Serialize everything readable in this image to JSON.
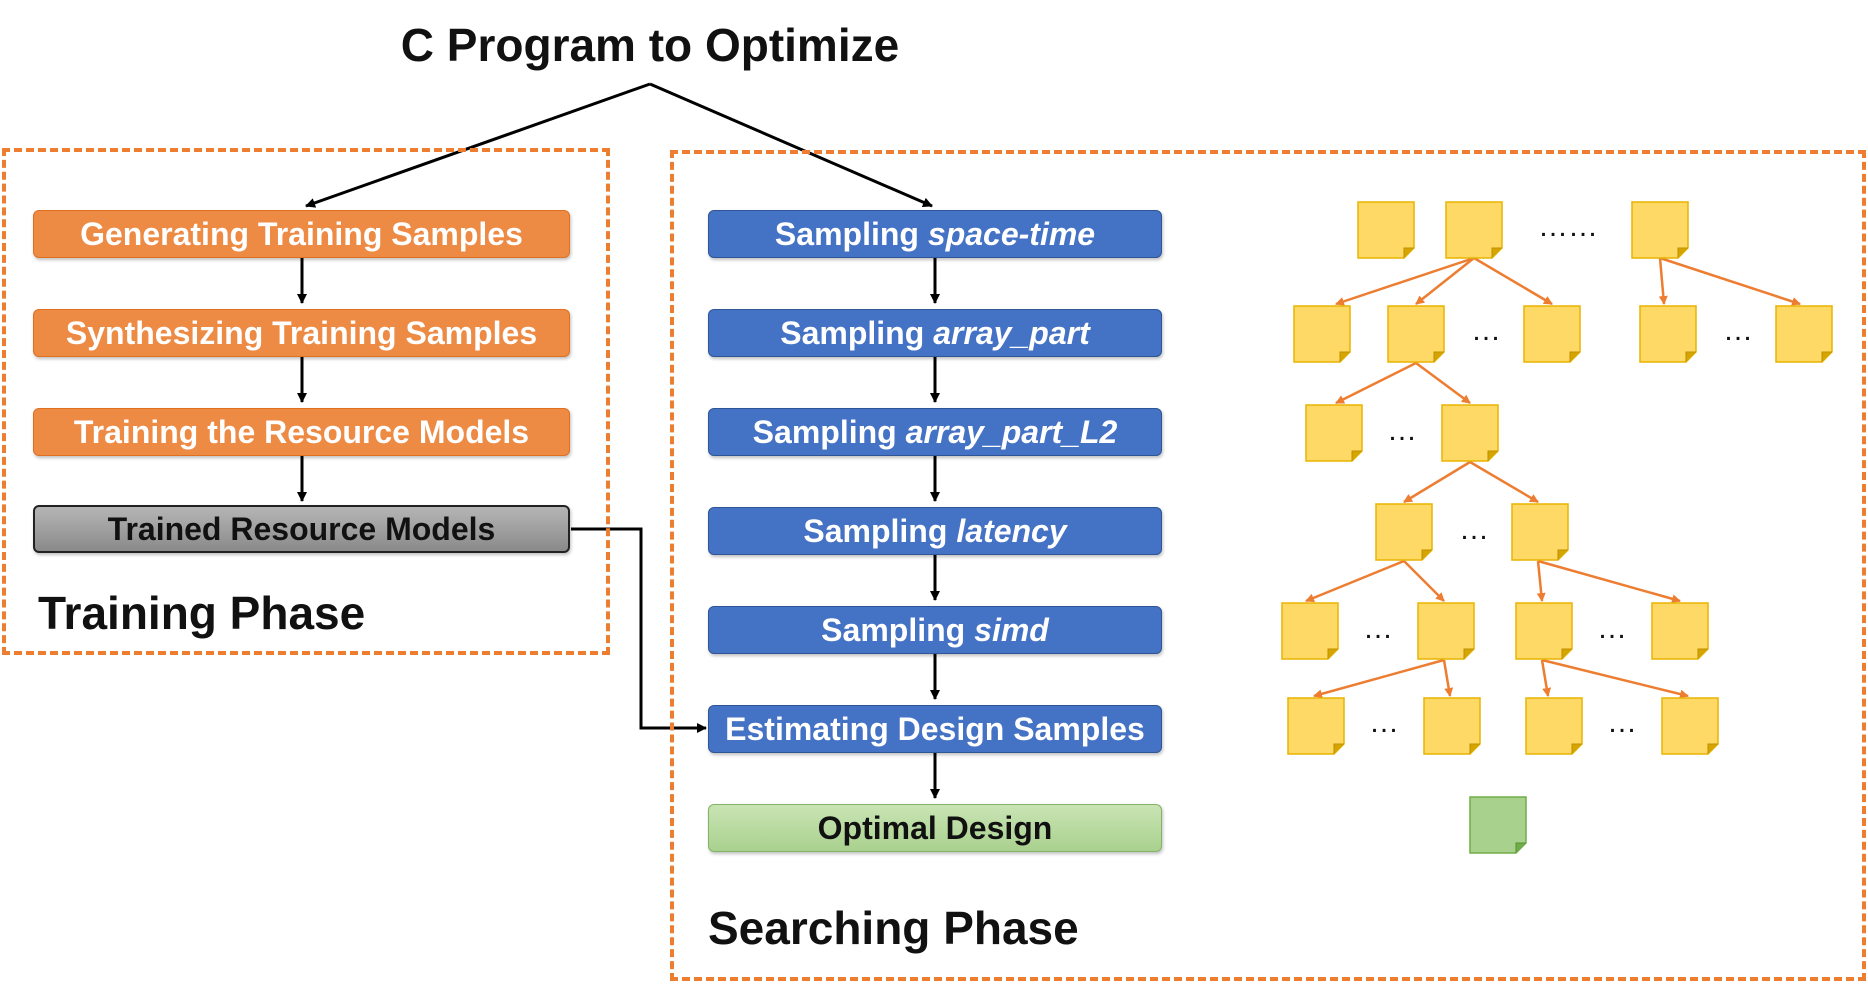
{
  "title": "C Program to Optimize",
  "training": {
    "label": "Training Phase",
    "steps": [
      "Generating Training Samples",
      "Synthesizing Training Samples",
      "Training the Resource Models"
    ],
    "result": "Trained Resource Models"
  },
  "searching": {
    "label": "Searching Phase",
    "steps": [
      {
        "prefix": "Sampling",
        "param": "space-time"
      },
      {
        "prefix": "Sampling",
        "param": "array_part"
      },
      {
        "prefix": "Sampling",
        "param": "array_part_L2"
      },
      {
        "prefix": "Sampling",
        "param": "latency"
      },
      {
        "prefix": "Sampling",
        "param": "simd"
      }
    ],
    "estimate": "Estimating Design Samples",
    "result": "Optimal Design"
  },
  "tree": {
    "ellipsis_long": "……",
    "ellipsis": "…"
  },
  "colors": {
    "accent_orange": "#ED7D31",
    "step_blue": "#4472C4",
    "note_yellow": "#FFD966",
    "note_green": "#A9D18E"
  }
}
